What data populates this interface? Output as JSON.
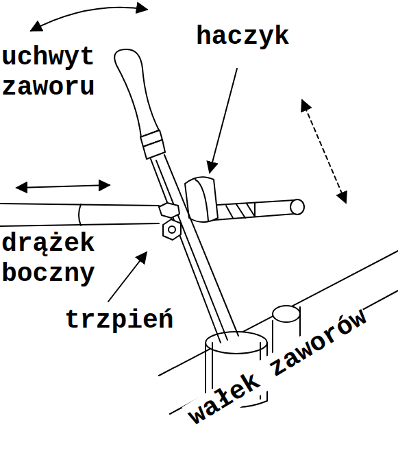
{
  "diagram": {
    "labels": [
      "uchwyt zaworu",
      "haczyk",
      "drążek boczny",
      "trzpień",
      "wałek zaworów"
    ]
  }
}
